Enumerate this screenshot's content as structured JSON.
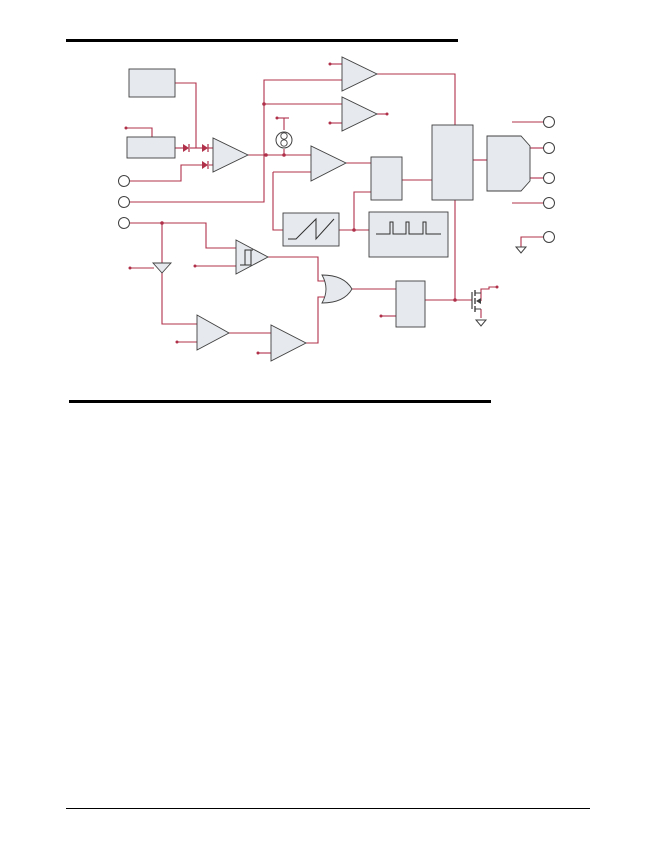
{
  "colors": {
    "wire": "#b0304a",
    "block_fill": "#e6e9ed",
    "block_stroke": "#404040",
    "rule": "#000000"
  },
  "diagram": {
    "blocks": [
      {
        "id": "reference-block",
        "kind": "rectangle"
      },
      {
        "id": "sense-block",
        "kind": "rectangle"
      },
      {
        "id": "error-amplifier",
        "kind": "amplifier"
      },
      {
        "id": "top-comparator-1",
        "kind": "comparator"
      },
      {
        "id": "top-comparator-2",
        "kind": "comparator"
      },
      {
        "id": "pwm-comparator",
        "kind": "comparator"
      },
      {
        "id": "latch-block",
        "kind": "rectangle"
      },
      {
        "id": "control-logic-block",
        "kind": "rectangle"
      },
      {
        "id": "output-driver-block",
        "kind": "driver"
      },
      {
        "id": "ramp-generator",
        "kind": "ramp"
      },
      {
        "id": "clock-oscillator",
        "kind": "pulse-train"
      },
      {
        "id": "schmitt-comparator",
        "kind": "hysteresis-comparator"
      },
      {
        "id": "or-gate",
        "kind": "logic-or"
      },
      {
        "id": "timer-block",
        "kind": "rectangle"
      },
      {
        "id": "lower-amplifier-1",
        "kind": "amplifier"
      },
      {
        "id": "lower-amplifier-2",
        "kind": "amplifier"
      },
      {
        "id": "buffer-triangle",
        "kind": "buffer"
      },
      {
        "id": "current-source",
        "kind": "current-source"
      },
      {
        "id": "output-mosfet",
        "kind": "mosfet"
      },
      {
        "id": "ground-symbol",
        "kind": "ground"
      }
    ],
    "pins": [
      "pin-left-1",
      "pin-left-2",
      "pin-left-3",
      "pin-right-1",
      "pin-right-2",
      "pin-right-3",
      "pin-right-4",
      "pin-right-5"
    ]
  }
}
